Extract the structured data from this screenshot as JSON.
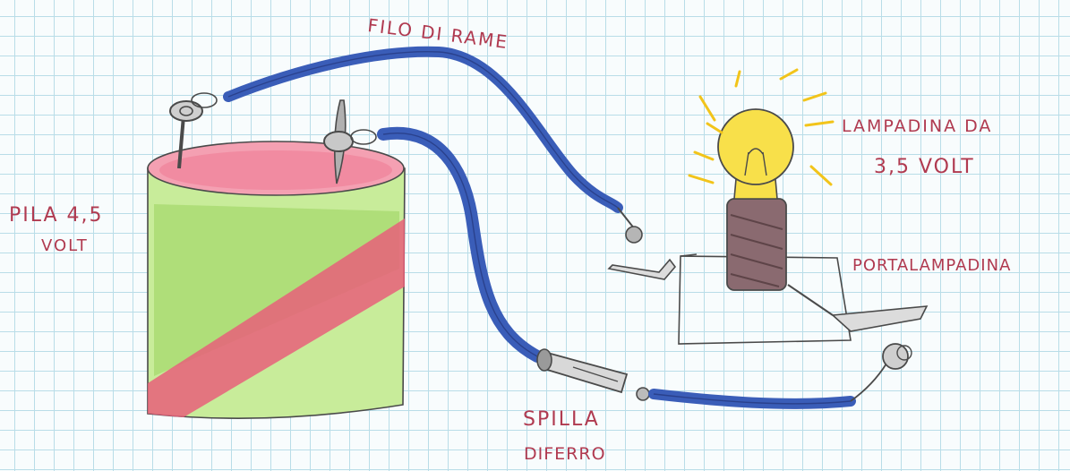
{
  "labels": {
    "copper_wire": "FILO DI RAME",
    "bulb_line1": "LAMPADINA DA",
    "bulb_line2": "3,5 VOLT",
    "bulb_holder": "PORTALAMPADINA",
    "battery_line1": "PILA 4,5",
    "battery_line2": "VOLT",
    "pin_line1": "SPILLA",
    "pin_line2": "DIFERRO"
  },
  "colors": {
    "label_text": "#b03a50",
    "wire_blue": "#3a5db8",
    "battery_green": "#9ad45e",
    "battery_pink": "#e8607a",
    "bulb_yellow": "#f8e04a",
    "bulb_rays": "#f2c41a",
    "socket_brown": "#8a6a70",
    "pencil_outline": "#4a4a4a"
  }
}
